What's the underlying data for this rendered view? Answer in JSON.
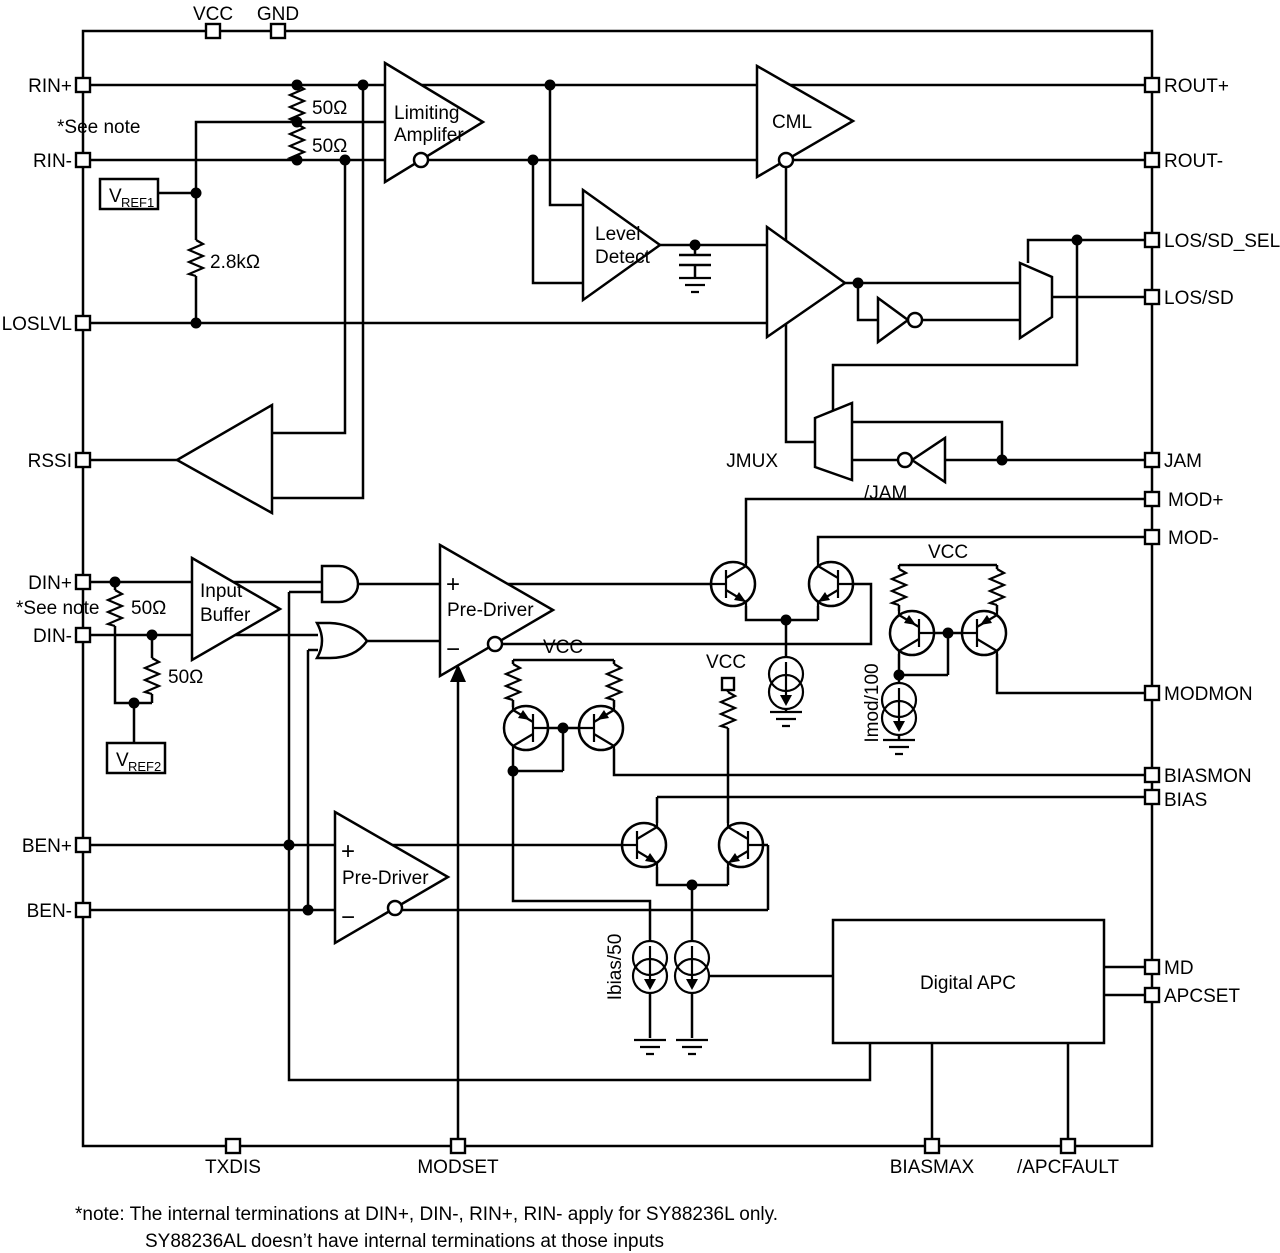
{
  "diagram_type": "ic-functional-block-diagram",
  "colors": {
    "line": "#000000",
    "background": "#ffffff"
  },
  "pins": {
    "top": {
      "vcc": "VCC",
      "gnd": "GND"
    },
    "left": {
      "rin_p": "RIN+",
      "rin_n": "RIN-",
      "loslvl": "LOSLVL",
      "rssi": "RSSI",
      "din_p": "DIN+",
      "din_n": "DIN-",
      "ben_p": "BEN+",
      "ben_n": "BEN-"
    },
    "right": {
      "rout_p": "ROUT+",
      "rout_n": "ROUT-",
      "los_sd_sel": "LOS/SD_SEL",
      "los_sd": "LOS/SD",
      "jam": "JAM",
      "mod_p": "MOD+",
      "mod_n": "MOD-",
      "modmon": "MODMON",
      "biasmon": "BIASMON",
      "bias": "BIAS",
      "md": "MD",
      "apcset": "APCSET"
    },
    "bottom": {
      "txdis": "TXDIS",
      "modset": "MODSET",
      "biasmax": "BIASMAX",
      "apcfault": "/APCFAULT"
    }
  },
  "blocks": {
    "limiting_amp": [
      "Limiting",
      "Amplifer"
    ],
    "cml": "CML",
    "level_detect": [
      "Level",
      "Detect"
    ],
    "input_buffer": [
      "Input",
      "Buffer"
    ],
    "predriver1": {
      "plus": "+",
      "label": "Pre-Driver",
      "minus": "−"
    },
    "predriver2": {
      "plus": "+",
      "label": "Pre-Driver",
      "minus": "−"
    },
    "digital_apc": "Digital APC",
    "jmux": "JMUX",
    "jam_inv": "/JAM"
  },
  "components": {
    "r50_rin_top": "50Ω",
    "r50_rin_bot": "50Ω",
    "r50_din_top": "50Ω",
    "r50_din_bot": "50Ω",
    "r2k8": "2.8kΩ",
    "vref1": {
      "main": "V",
      "sub": "REF1"
    },
    "vref2": {
      "main": "V",
      "sub": "REF2"
    },
    "vcc_mirror1": "VCC",
    "vcc_pad": "VCC",
    "vcc_mirror2": "VCC",
    "imod": "Imod/100",
    "ibias": "Ibias/50"
  },
  "annotations": {
    "see_note_top": "*See note",
    "see_note_bottom": "*See note",
    "note_line1": "*note: The internal terminations at DIN+, DIN-, RIN+, RIN- apply for SY88236L only.",
    "note_line2": "SY88236AL doesn’t have internal terminations at those inputs"
  }
}
